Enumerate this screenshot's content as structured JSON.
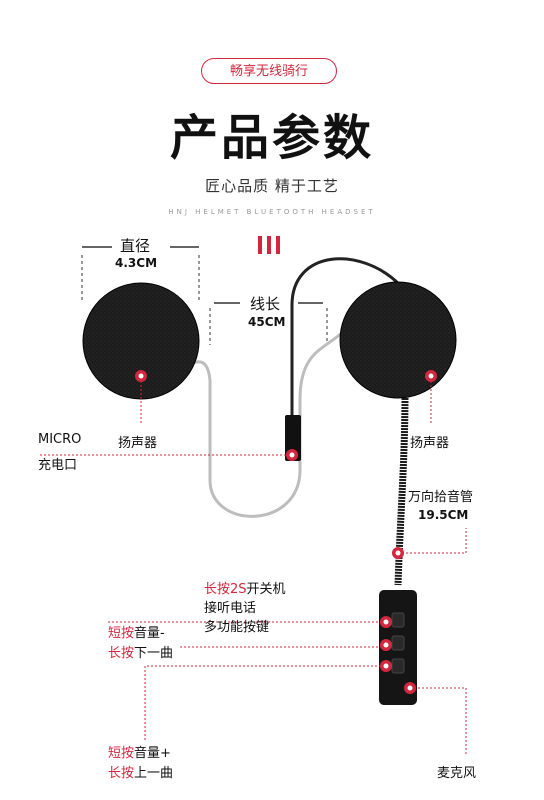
{
  "header": {
    "pill_text": "畅享无线骑行",
    "title": "产品参数",
    "subtitle": "匠心品质 精于工艺",
    "tagline": "HNJ HELMET BLUETOOTH HEADSET"
  },
  "dimensions": {
    "diameter_label": "直径",
    "diameter_value": "4.3CM",
    "cable_label": "线长",
    "cable_value": "45CM",
    "mic_tube_label": "万向拾音管",
    "mic_tube_value": "19.5CM"
  },
  "parts": {
    "speaker_left": "扬声器",
    "speaker_right": "扬声器",
    "charge_port_line1": "MICRO",
    "charge_port_line2": "充电口",
    "microphone": "麦克风"
  },
  "buttons": {
    "main": {
      "long_press_2s": "长按2S",
      "power": "开关机",
      "answer": "接听电话",
      "multi": "多功能按键"
    },
    "top": {
      "short_press": "短按",
      "volume_down": "音量-",
      "long_press": "长按",
      "next_track": "下一曲"
    },
    "bottom": {
      "short_press": "短按",
      "volume_up": "音量+",
      "long_press": "长按",
      "prev_track": "上一曲"
    }
  },
  "colors": {
    "accent": "#d2283f",
    "speaker": "#1c1c1c",
    "cable_grey": "#bdbdbd"
  }
}
